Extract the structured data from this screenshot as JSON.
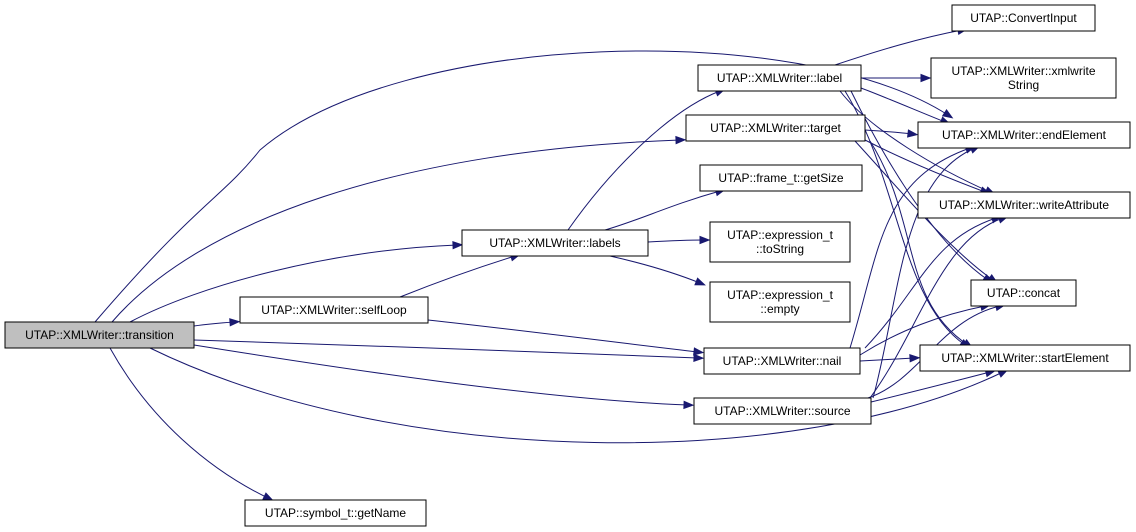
{
  "colors": {
    "edge": "#191970",
    "node_fill": "#ffffff",
    "root_fill": "#bfbfbf",
    "border": "#000000"
  },
  "nodes": {
    "transition": [
      "UTAP::XMLWriter::transition"
    ],
    "selfLoop": [
      "UTAP::XMLWriter::selfLoop"
    ],
    "getName": [
      "UTAP::symbol_t::getName"
    ],
    "labels": [
      "UTAP::XMLWriter::labels"
    ],
    "label": [
      "UTAP::XMLWriter::label"
    ],
    "target": [
      "UTAP::XMLWriter::target"
    ],
    "getSize": [
      "UTAP::frame_t::getSize"
    ],
    "toString": [
      "UTAP::expression_t",
      "::toString"
    ],
    "empty": [
      "UTAP::expression_t",
      "::empty"
    ],
    "nail": [
      "UTAP::XMLWriter::nail"
    ],
    "source": [
      "UTAP::XMLWriter::source"
    ],
    "convertInput": [
      "UTAP::ConvertInput"
    ],
    "xmlwriteString": [
      "UTAP::XMLWriter::xmlwrite",
      "String"
    ],
    "endElement": [
      "UTAP::XMLWriter::endElement"
    ],
    "writeAttribute": [
      "UTAP::XMLWriter::writeAttribute"
    ],
    "concat": [
      "UTAP::concat"
    ],
    "startElement": [
      "UTAP::XMLWriter::startElement"
    ]
  }
}
